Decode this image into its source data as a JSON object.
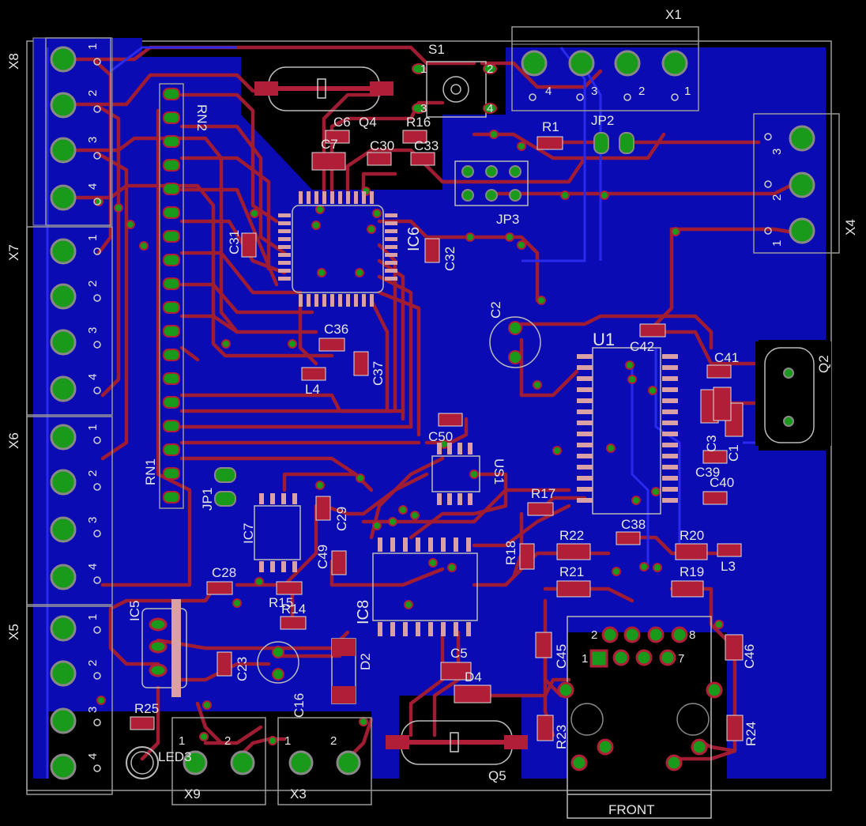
{
  "board": {
    "colors": {
      "background": "#000000",
      "ground_pour": "#0b0bb4",
      "trace_top": "#a01c32",
      "pad": "#b01e38",
      "via_ring": "#1a9a1a",
      "silkscreen": "#d0d0d0"
    }
  },
  "labels": {
    "x8": "X8",
    "x7": "X7",
    "x6": "X6",
    "x5": "X5",
    "x1": "X1",
    "x4": "X4",
    "x9": "X9",
    "x3": "X3",
    "front": "FRONT",
    "s1": "S1",
    "q4": "Q4",
    "q5": "Q5",
    "q2": "Q2",
    "c6": "C6",
    "c7": "C7",
    "c30": "C30",
    "c33": "C33",
    "r16": "R16",
    "r1": "R1",
    "jp2": "JP2",
    "jp3": "JP3",
    "jp1": "JP1",
    "ic6": "IC6",
    "c31": "C31",
    "c32": "C32",
    "rn1": "RN1",
    "rn2": "RN2",
    "c2": "C2",
    "u1": "U1",
    "c42": "C42",
    "c41": "C41",
    "c36": "C36",
    "c37": "C37",
    "l4": "L4",
    "c50": "C50",
    "us1": "US1",
    "c3": "C3",
    "c1": "C1",
    "c39": "C39",
    "c40": "C40",
    "r17": "R17",
    "c29": "C29",
    "ic7": "IC7",
    "r22": "R22",
    "c38": "C38",
    "r20": "R20",
    "r18": "R18",
    "r21": "R21",
    "r19": "R19",
    "l3": "L3",
    "c49": "C49",
    "c28": "C28",
    "ic8": "IC8",
    "r15": "R15",
    "r14": "R14",
    "ic5": "IC5",
    "c45": "C45",
    "c46": "C46",
    "c23": "C23",
    "c16": "C16",
    "d2": "D2",
    "c5": "C5",
    "d4": "D4",
    "r25": "R25",
    "led3": "LED3",
    "r23": "R23",
    "r24": "R24"
  },
  "pins": {
    "one": "1",
    "two": "2",
    "three": "3",
    "four": "4",
    "eight": "8",
    "seven": "7"
  }
}
